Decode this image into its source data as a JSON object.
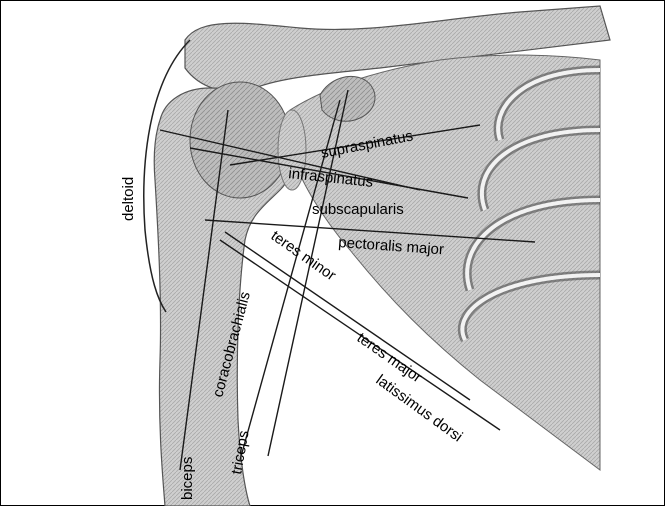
{
  "labels": {
    "supraspinatus": "supraspinatus",
    "infraspinatus": "infraspinatus",
    "subscapularis": "subscapularis",
    "pectoralis_major": "pectoralis major",
    "teres_minor": "teres minor",
    "teres_major": "teres major",
    "latissimus_dorsi": "latissimus dorsi",
    "deltoid": "deltoid",
    "coracobrachialis": "coracobrachialis",
    "triceps": "triceps",
    "biceps": "biceps"
  },
  "colors": {
    "border": "#000000",
    "bone_fill": "#c9c9c9",
    "bone_shade": "#9a9a9a",
    "line": "#1a1a1a"
  }
}
